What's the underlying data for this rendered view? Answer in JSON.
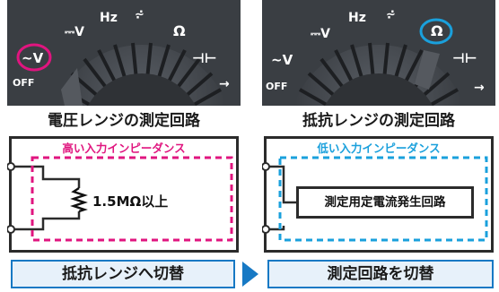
{
  "left": {
    "dial": {
      "labels": [
        "⎓V",
        "Hz",
        "Ω",
        "⊣⊢",
        "OFF",
        "~V"
      ],
      "selected": "~V",
      "highlight_color": "#e0157f"
    },
    "title": "電圧レンジの測定回路",
    "impedance_label": "高い入力インピーダンス",
    "resistor_label": "1.5MΩ以上",
    "button": "抵抗レンジへ切替"
  },
  "right": {
    "dial": {
      "labels": [
        "⎓V",
        "Hz",
        "Ω",
        "⊣⊢",
        "OFF",
        "~V"
      ],
      "selected": "Ω",
      "highlight_color": "#1aa0dc"
    },
    "title": "抵抗レンジの測定回路",
    "impedance_label": "低い入力インピーダンス",
    "generator_label": "測定用定電流発生回路",
    "button": "測定回路を切替"
  },
  "colors": {
    "pink": "#e0157f",
    "blue": "#1aa0dc",
    "button_border": "#1779c4"
  }
}
